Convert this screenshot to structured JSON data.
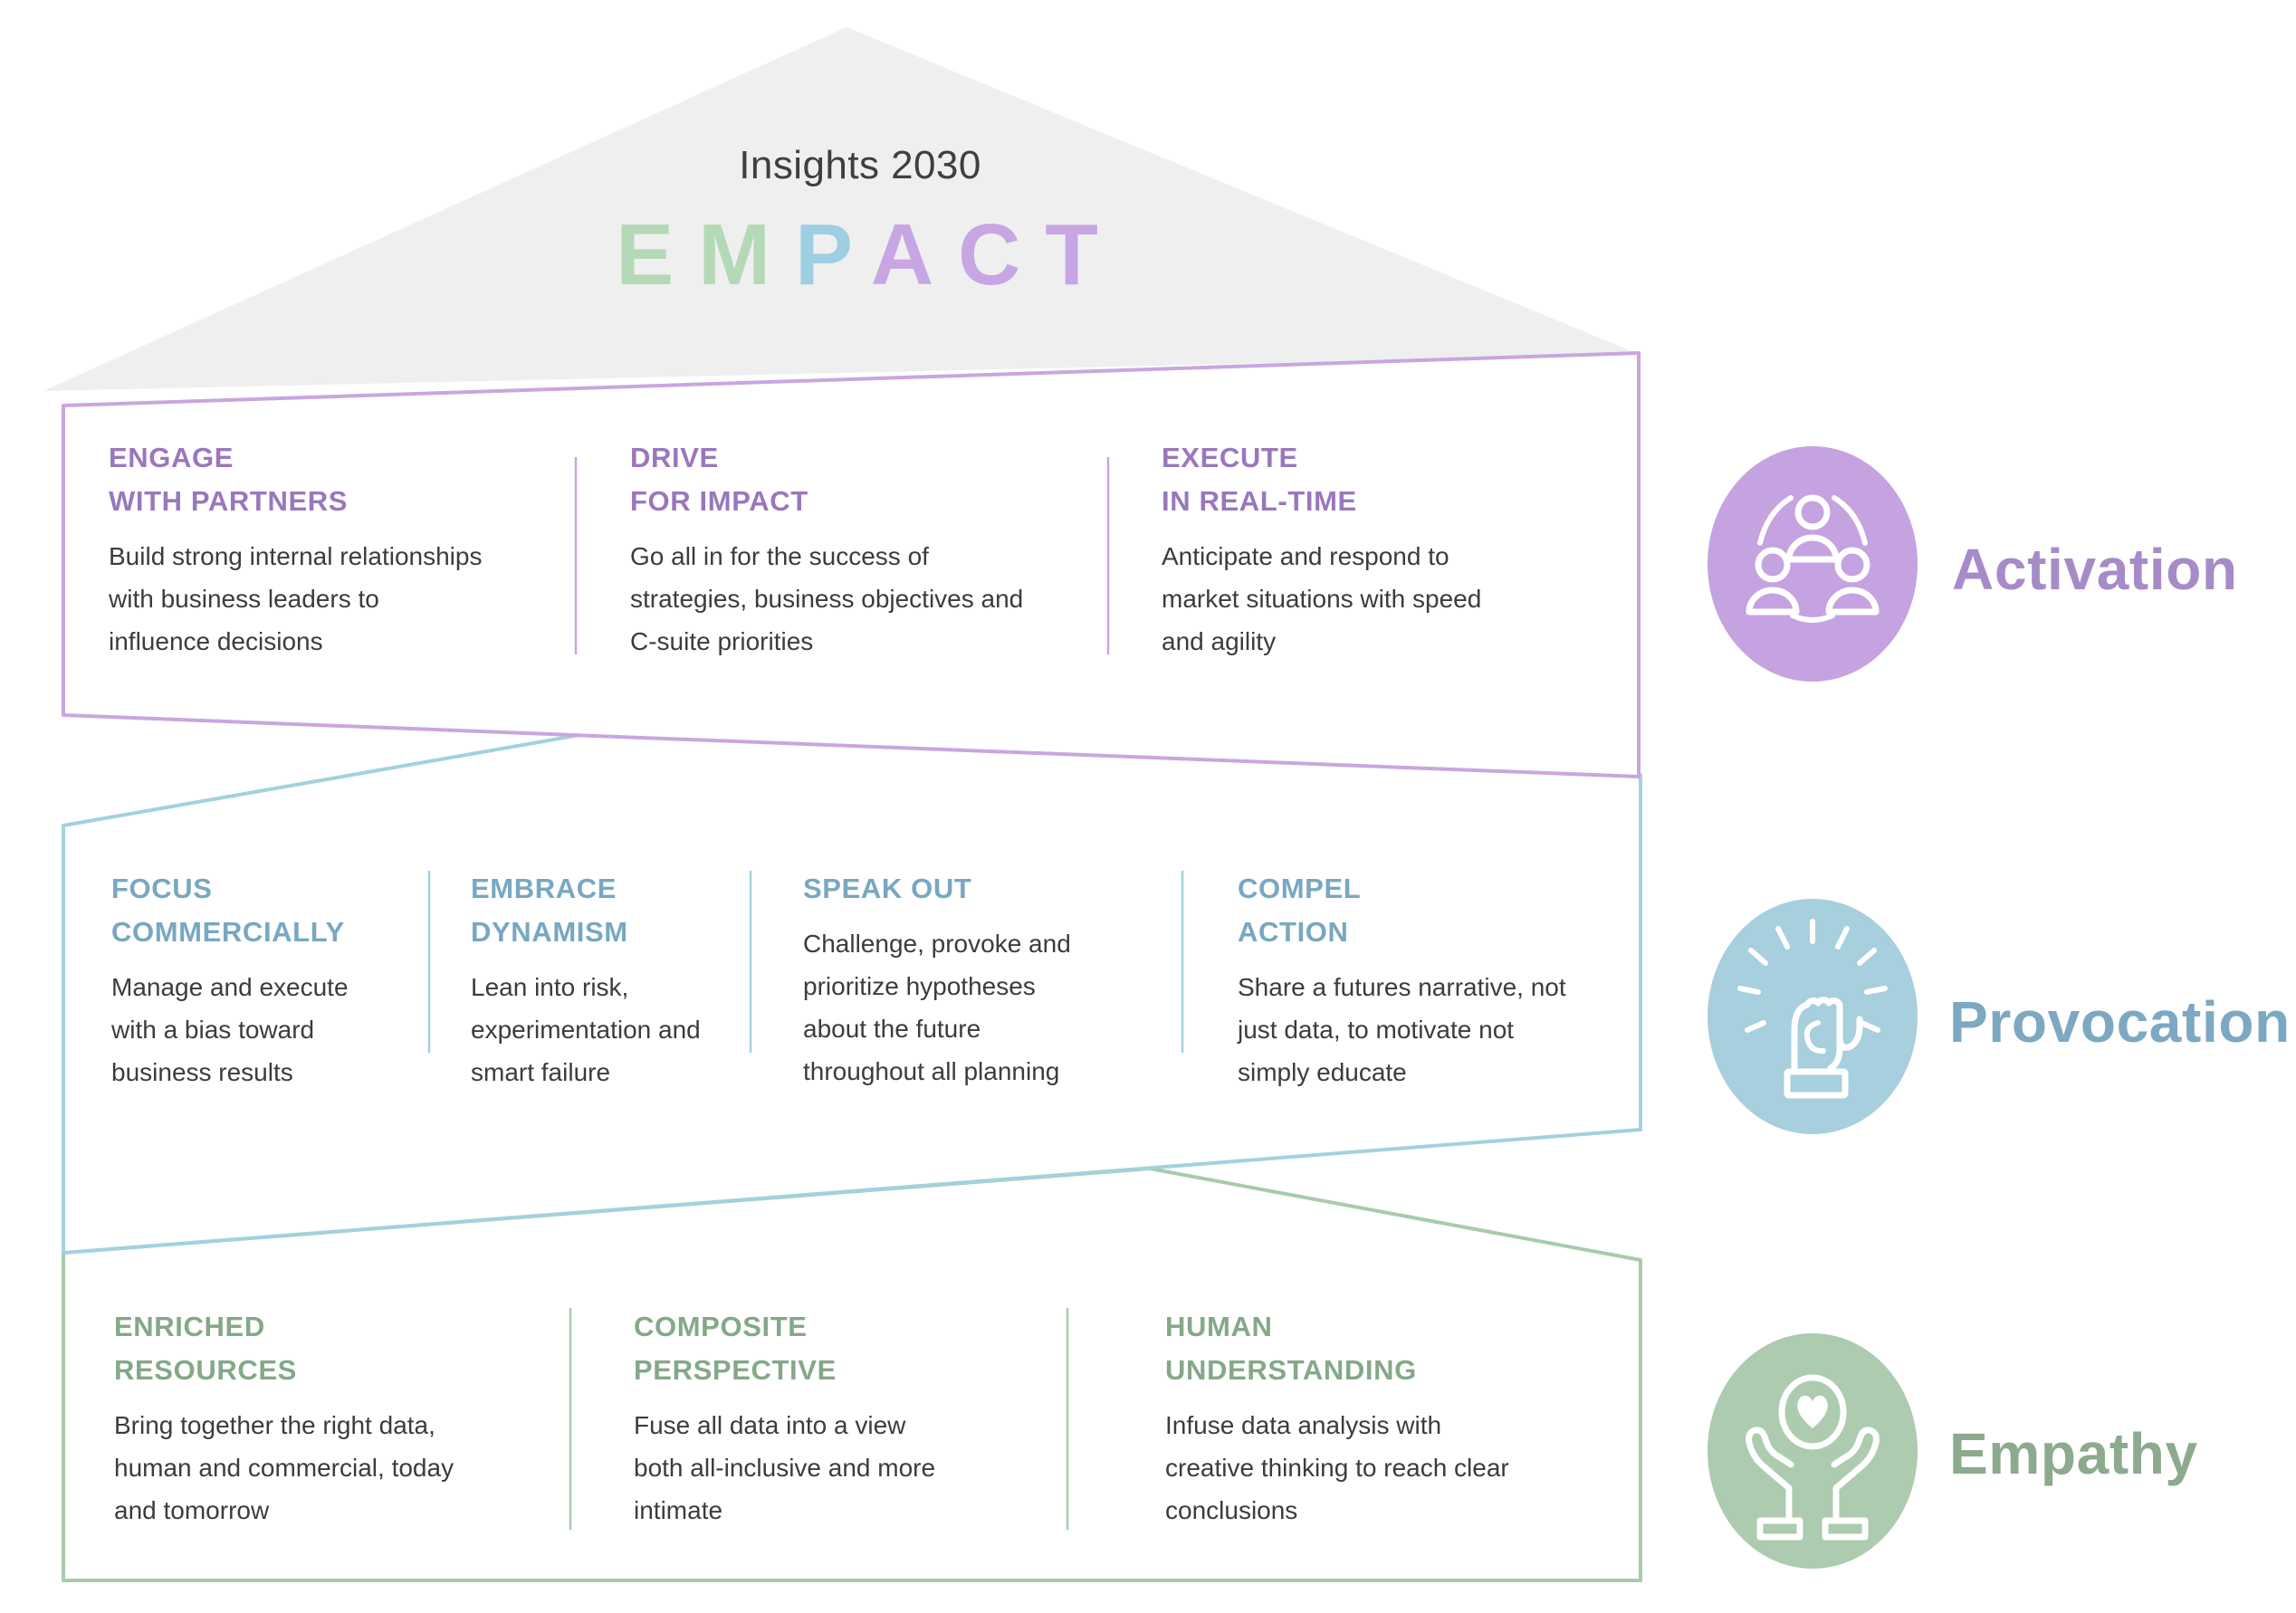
{
  "theme": {
    "roof-fill": "#f0eff0",
    "title-color": "#3f3f3f",
    "body-color": "#3c3c3c",
    "purple-accent": "#9a77bd",
    "blue-accent": "#78a7c1",
    "green-accent": "#84a888",
    "purple-line": "#c9a6e0",
    "blue-line": "#a3d1de",
    "green-line": "#a9caad",
    "purple-fill": "#c4a3e0",
    "blue-fill": "#a7cfdd",
    "green-fill": "#accbaf",
    "purple-label": "#a78bc9",
    "blue-label": "#7da8c2",
    "green-label": "#8caa8e",
    "letter-green": "#b4d9b6",
    "letter-blue": "#9ecee2",
    "letter-purple": "#c7a6e3"
  },
  "roof": {
    "title": "Insights 2030",
    "brand_letters": [
      "E",
      "M",
      "P",
      "A",
      "C",
      "T"
    ]
  },
  "bands": [
    {
      "name": "Activation",
      "columns": [
        {
          "heading": "ENGAGE\nWITH PARTNERS",
          "body": "Build strong internal relationships\nwith business leaders to\ninfluence decisions"
        },
        {
          "heading": "DRIVE\nFOR IMPACT",
          "body": "Go all in for the success of\nstrategies, business objectives and\nC-suite priorities"
        },
        {
          "heading": "EXECUTE\nIN REAL-TIME",
          "body": "Anticipate and respond to\nmarket situations with speed\nand agility"
        }
      ]
    },
    {
      "name": "Provocation",
      "columns": [
        {
          "heading": "FOCUS\nCOMMERCIALLY",
          "body": "Manage and execute\nwith a bias toward\nbusiness results"
        },
        {
          "heading": "EMBRACE\nDYNAMISM",
          "body": "Lean into risk,\nexperimentation and\nsmart failure"
        },
        {
          "heading": "SPEAK OUT",
          "body": "Challenge, provoke and\nprioritize hypotheses\nabout the future\nthroughout all planning"
        },
        {
          "heading": "COMPEL\nACTION",
          "body": "Share a futures narrative, not\njust data, to motivate not\nsimply educate"
        }
      ]
    },
    {
      "name": "Empathy",
      "columns": [
        {
          "heading": "ENRICHED\nRESOURCES",
          "body": "Bring together the right data,\nhuman and commercial, today\nand tomorrow"
        },
        {
          "heading": "COMPOSITE\nPERSPECTIVE",
          "body": "Fuse all data into a view\nboth all-inclusive and more\nintimate"
        },
        {
          "heading": "HUMAN\nUNDERSTANDING",
          "body": "Infuse data analysis with\ncreative thinking to reach clear\nconclusions"
        }
      ]
    }
  ],
  "legend": [
    {
      "label": "Activation",
      "icon": "people-network-icon"
    },
    {
      "label": "Provocation",
      "icon": "raised-fist-icon"
    },
    {
      "label": "Empathy",
      "icon": "hands-heart-icon"
    }
  ]
}
